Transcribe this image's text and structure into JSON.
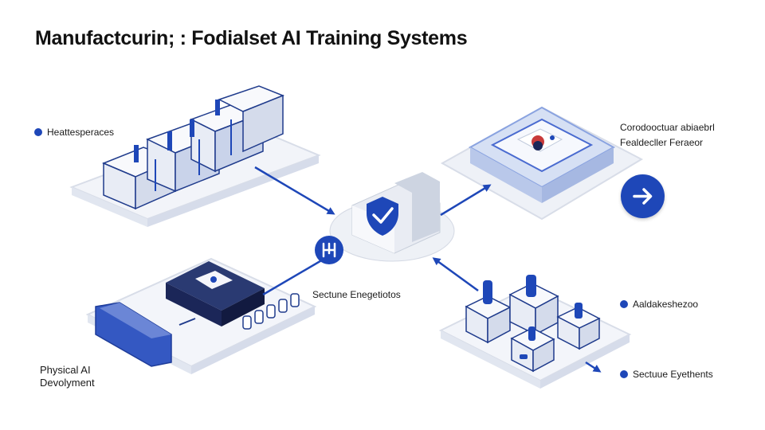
{
  "title": "Manufactcurin; : Fodialset AI Training Systems",
  "colors": {
    "accent": "#1e47b8",
    "dark_navy": "#1f2d5c",
    "platform": "#eef1f8",
    "line": "#2c4fb5"
  },
  "labels": {
    "top_left": "Heattesperaces",
    "top_right_line1": "Corodooctuar abiaebrl",
    "top_right_line2": "Fealdecller Feraeor",
    "center": "Sectune Enegetiotos",
    "bottom_left_line1": "Physical AI",
    "bottom_left_line2": "Devolyment",
    "mid_right": "Aaldakeshezoo",
    "bottom_right": "Sectuue Eyethents"
  },
  "icons": {
    "center_hub": "shield-check-icon",
    "left_node": "network-icon",
    "right_button": "arrow-right-icon"
  }
}
